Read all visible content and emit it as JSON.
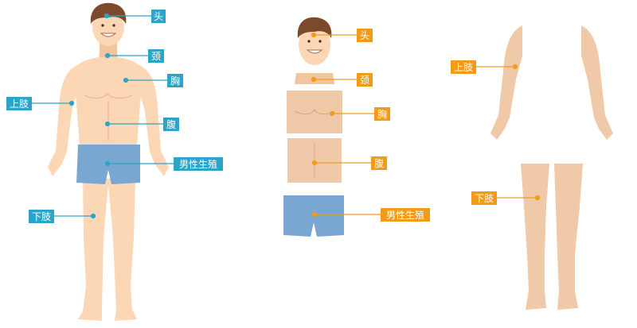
{
  "labels": {
    "head": "头",
    "neck": "颈",
    "chest": "胸",
    "abdomen": "腹",
    "upper_limb": "上肢",
    "genitals": "男性生殖",
    "lower_limb": "下肢"
  },
  "colors": {
    "left_figure_accent": "#2ba4c8",
    "right_figures_accent": "#f29a1a",
    "skin": "#fcd7b6",
    "skin_limbs": "#efc9a8",
    "shorts": "#7aa6d2",
    "hair": "#7a4a2a"
  }
}
